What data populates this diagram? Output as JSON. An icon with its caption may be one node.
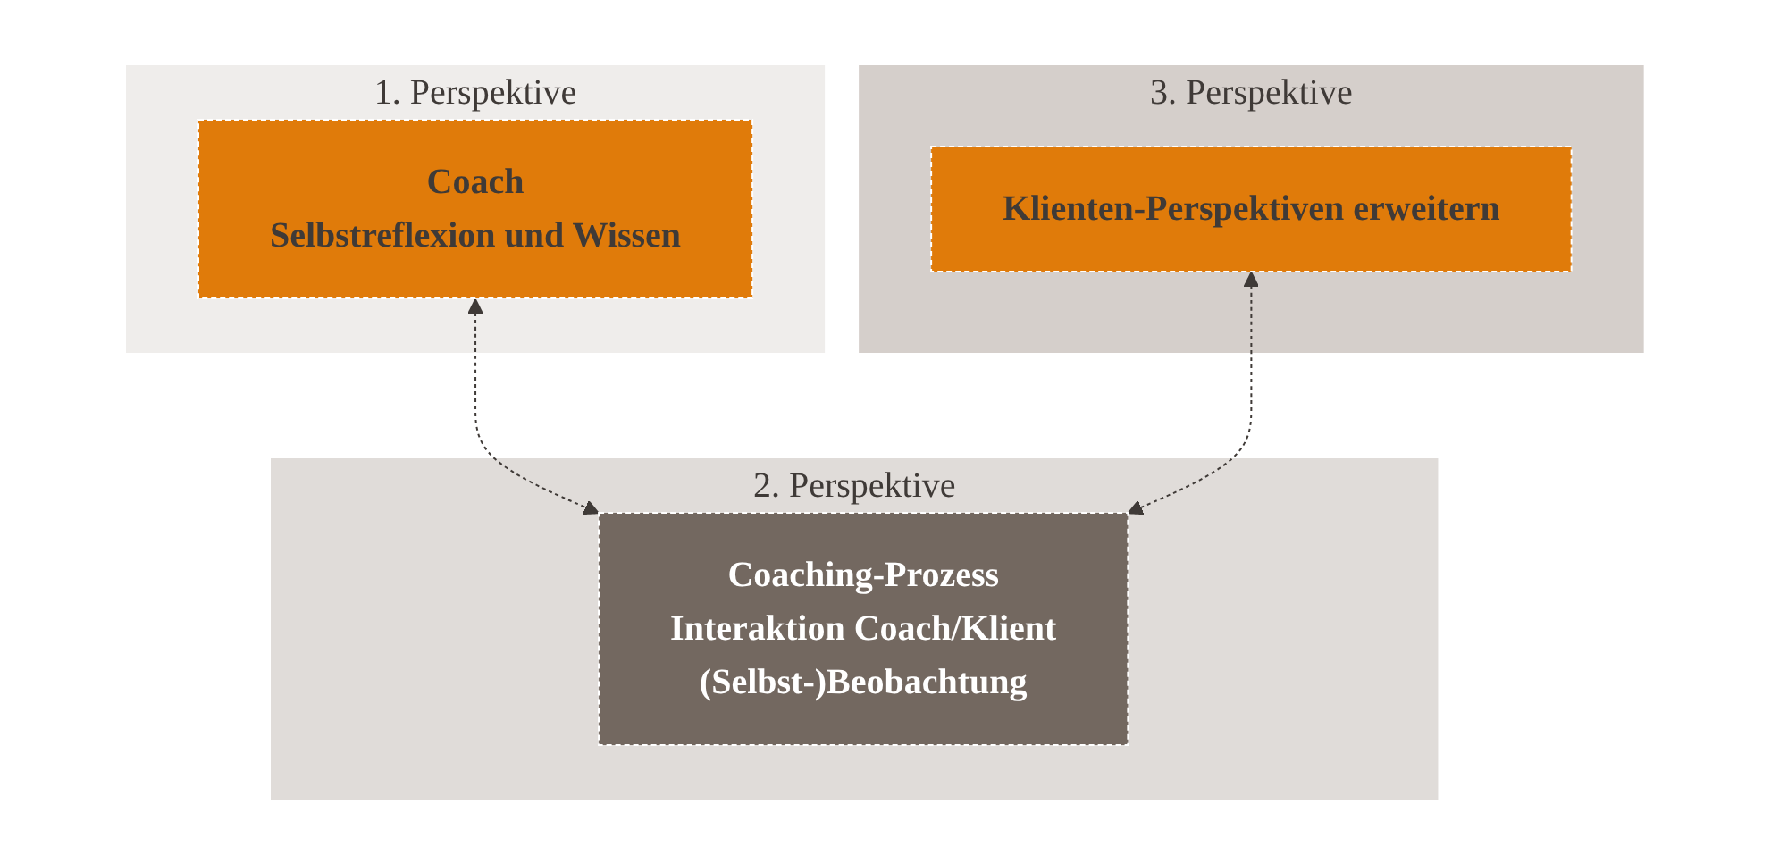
{
  "diagram": {
    "nodes": [
      {
        "text": [
          "1. Perspektive"
        ]
      },
      {
        "text": [
          "Coach",
          "Selbstreflexion und Wissen"
        ],
        "in": 0
      },
      {
        "text": [
          "3. Perspektive"
        ]
      },
      {
        "text": [
          "Klienten-Perspektiven erweitern"
        ],
        "in": 2
      },
      {
        "text": [
          "2. Perspektive"
        ]
      },
      {
        "text": [
          "Coaching-Prozess",
          "Interaktion Coach/Klient",
          "(Selbst-)Beobachtung"
        ],
        "in": 4
      }
    ],
    "edges": [
      {
        "from": 1,
        "to": 5,
        "arrow": "both",
        "style": "dashed"
      },
      {
        "from": 3,
        "to": 5,
        "arrow": "both",
        "style": "dashed"
      }
    ]
  }
}
